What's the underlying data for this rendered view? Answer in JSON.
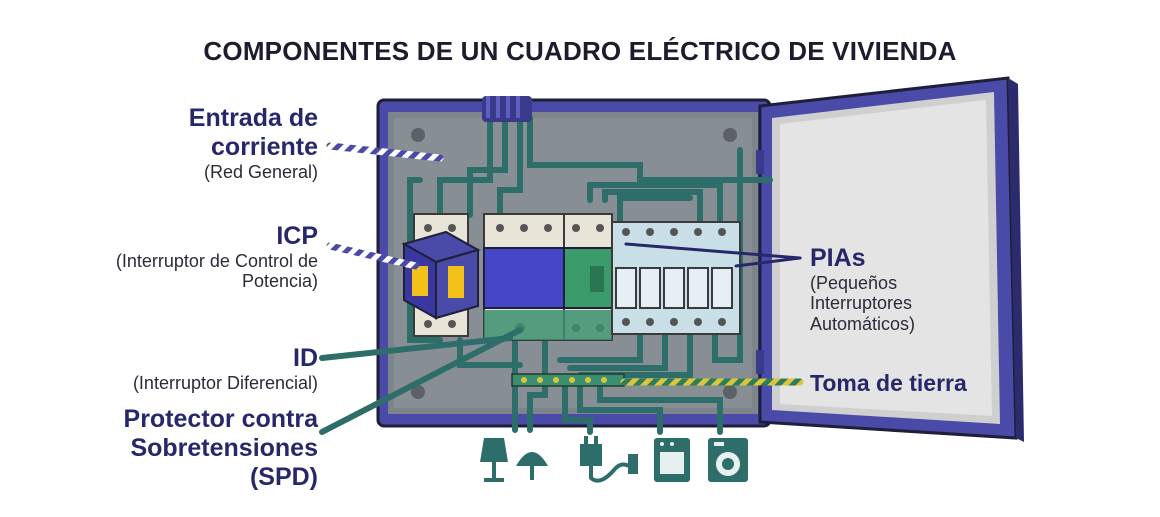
{
  "title": "COMPONENTES DE UN CUADRO ELÉCTRICO DE VIVIENDA",
  "labels": {
    "entrada": {
      "main": "Entrada de corriente",
      "sub": "(Red General)"
    },
    "icp": {
      "main": "ICP",
      "sub": "(Interruptor de Control de Potencia)"
    },
    "id": {
      "main": "ID",
      "sub": "(Interruptor Diferencial)"
    },
    "spd": {
      "main": "Protector contra Sobretensiones (SPD)"
    },
    "pias": {
      "main": "PIAs",
      "sub": "(Pequeños Interruptores Automáticos)"
    },
    "tierra": {
      "main": "Toma de tierra"
    }
  },
  "icons": [
    "lamp-icon",
    "ceiling-lamp-icon",
    "plug-icon",
    "oven-icon",
    "washing-machine-icon"
  ],
  "colors": {
    "frame": "#4a4aa8",
    "wire": "#2e6e6a",
    "navy": "#27276b",
    "accent_yellow": "#f2c21a",
    "breaker": "#c8dfe8",
    "id_blue": "#4646c8",
    "spd_green": "#3b9b6a"
  }
}
